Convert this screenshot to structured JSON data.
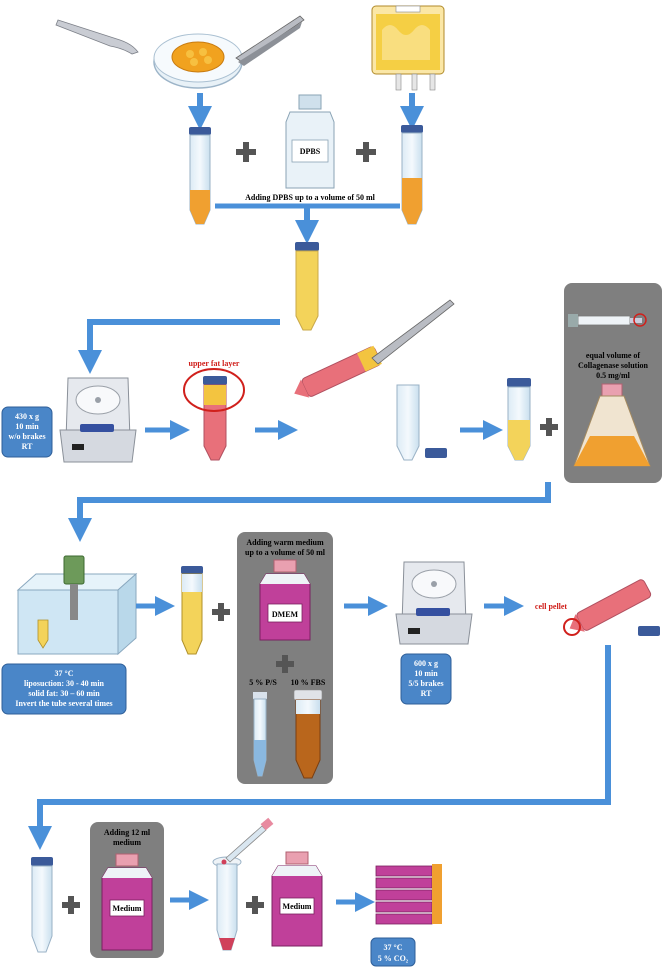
{
  "labels": {
    "dpbs_bottle": "DPBS",
    "adding_dpbs": "Adding DPBS up to a volume of 50 ml",
    "upper_fat_layer": "upper fat layer",
    "centrifuge1_box": [
      "430 x g",
      "10 min",
      "w/o brakes",
      "RT"
    ],
    "collagenase_box": [
      "equal volume of",
      "Collagenase solution",
      "0.5 mg/ml"
    ],
    "waterbath_box": [
      "37 °C",
      "liposuction: 30 - 40 min",
      "solid fat: 30 – 60 min",
      "Invert the tube several times"
    ],
    "warm_medium_box": [
      "Adding warm medium",
      "up to a volume of 50 ml"
    ],
    "dmem_bottle": "DMEM",
    "ps_label": "5 % P/S",
    "fbs_label": "10 % FBS",
    "centrifuge2_box": [
      "600 x g",
      "10 min",
      "5/5 brakes",
      "RT"
    ],
    "cell_pellet": "cell pellet",
    "adding_12ml_box": [
      "Adding 12 ml",
      "medium"
    ],
    "medium_bottle_1": "Medium",
    "medium_bottle_2": "Medium",
    "incubator_box": [
      "37 °C",
      "5 % CO₂"
    ]
  },
  "colors": {
    "arrow_blue": "#4a90d9",
    "box_blue": "#4a86c8",
    "box_gray": "#7f7f7f",
    "fat_orange": "#f0a030",
    "fat_yellow": "#f3d35a",
    "blood_red": "#e8707a",
    "medium_magenta": "#c0409a",
    "accent_red": "#d0201c"
  }
}
